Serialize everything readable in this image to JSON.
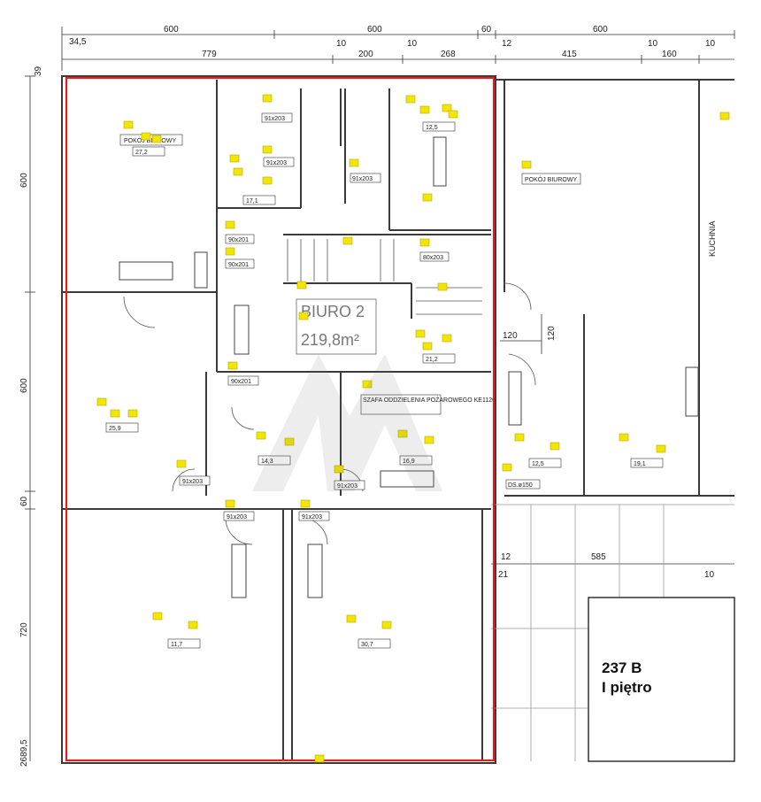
{
  "top_dimensions_row1": [
    "600",
    "600",
    "60",
    "600"
  ],
  "top_dimensions_row2": [
    "34,5",
    "779",
    "10",
    "200",
    "10",
    "268",
    "12",
    "415",
    "10",
    "160",
    "10"
  ],
  "top_offset": "39",
  "left_dimensions": [
    "600",
    "600",
    "60",
    "720",
    "2689,5"
  ],
  "right_dimensions": [
    "12",
    "21",
    "585",
    "10"
  ],
  "door_dimension_labels": [
    "91x203",
    "91x203",
    "91x203",
    "90x201",
    "90x201",
    "80x203",
    "90x201",
    "91x203",
    "91x203",
    "91x203",
    "91x203"
  ],
  "room_labels": {
    "office_main": "BIURO 2",
    "office_main_area": "219,8m²",
    "pokoj_biurowy": "POKÓJ BIUROWY",
    "kuchnia": "KUCHNIA",
    "szafa": "SZAFA ODDZIELENIA POŻAROWEGO KE1120",
    "wc": "DS.ø150"
  },
  "room_tags": [
    "27,2",
    "17,1",
    "12,5",
    "25,9",
    "14,3",
    "16,9",
    "21,2",
    "12,5",
    "19,1",
    "11,7",
    "30,7"
  ],
  "misc_marks": [
    "120",
    "120"
  ],
  "building_label": "237 B",
  "floor_label": "I piętro",
  "colors": {
    "wall": "#3a3a3a",
    "highlight": "#e02020",
    "note": "#f2e600",
    "background": "#ffffff"
  },
  "icons": [
    "sticky-note-icon",
    "watermark-logo"
  ]
}
